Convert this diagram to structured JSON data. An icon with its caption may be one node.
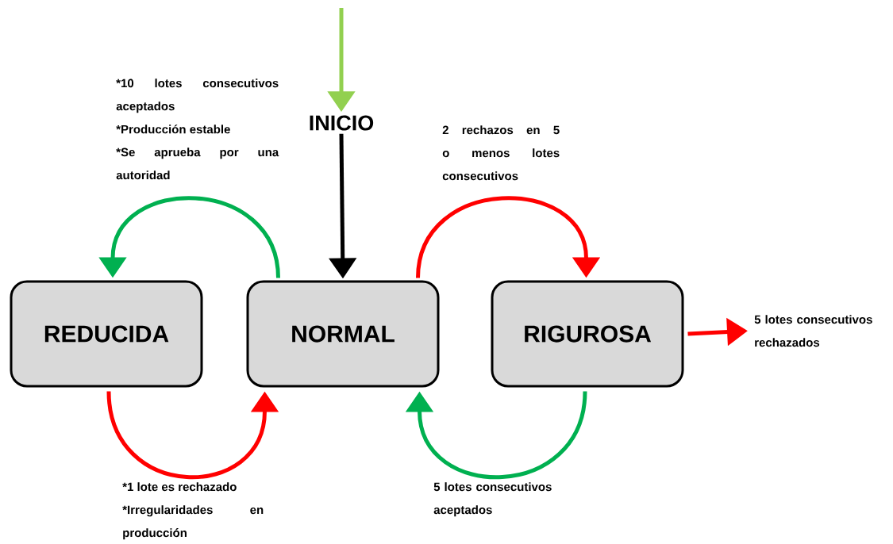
{
  "diagram": {
    "nodes": [
      {
        "text": [
          "REDUCIDA"
        ]
      },
      {
        "text": [
          "NORMAL"
        ]
      },
      {
        "text": [
          "RIGUROSA"
        ]
      },
      {
        "text": [
          "INICIO"
        ]
      },
      {
        "text": [
          "5 lotes consecutivos rechazados"
        ]
      }
    ],
    "edges": [
      {
        "from": null,
        "to": 3,
        "arrow": "to",
        "color": "#92d050"
      },
      {
        "from": 3,
        "to": 1,
        "arrow": "to",
        "color": "#000000"
      },
      {
        "from": 1,
        "to": 0,
        "arrow": "to",
        "color": "#00b050"
      },
      {
        "from": 1,
        "to": 2,
        "arrow": "to",
        "color": "#ff0000",
        "label": "2 rechazos en 5 o menos lotes consecutivos"
      },
      {
        "from": 2,
        "to": 1,
        "arrow": "to",
        "color": "#00b050",
        "label": "5 lotes consecutivos aceptados"
      },
      {
        "from": 0,
        "to": 1,
        "arrow": "to",
        "color": "#ff0000"
      },
      {
        "from": 2,
        "to": 4,
        "arrow": "to",
        "color": "#ff0000"
      }
    ],
    "labels": [
      "*10 lotes consecutivos aceptados",
      "*Producción estable",
      "*Se aprueba por una autoridad",
      "*1 lote es rechazado",
      "*Irregularidades en producción"
    ]
  }
}
